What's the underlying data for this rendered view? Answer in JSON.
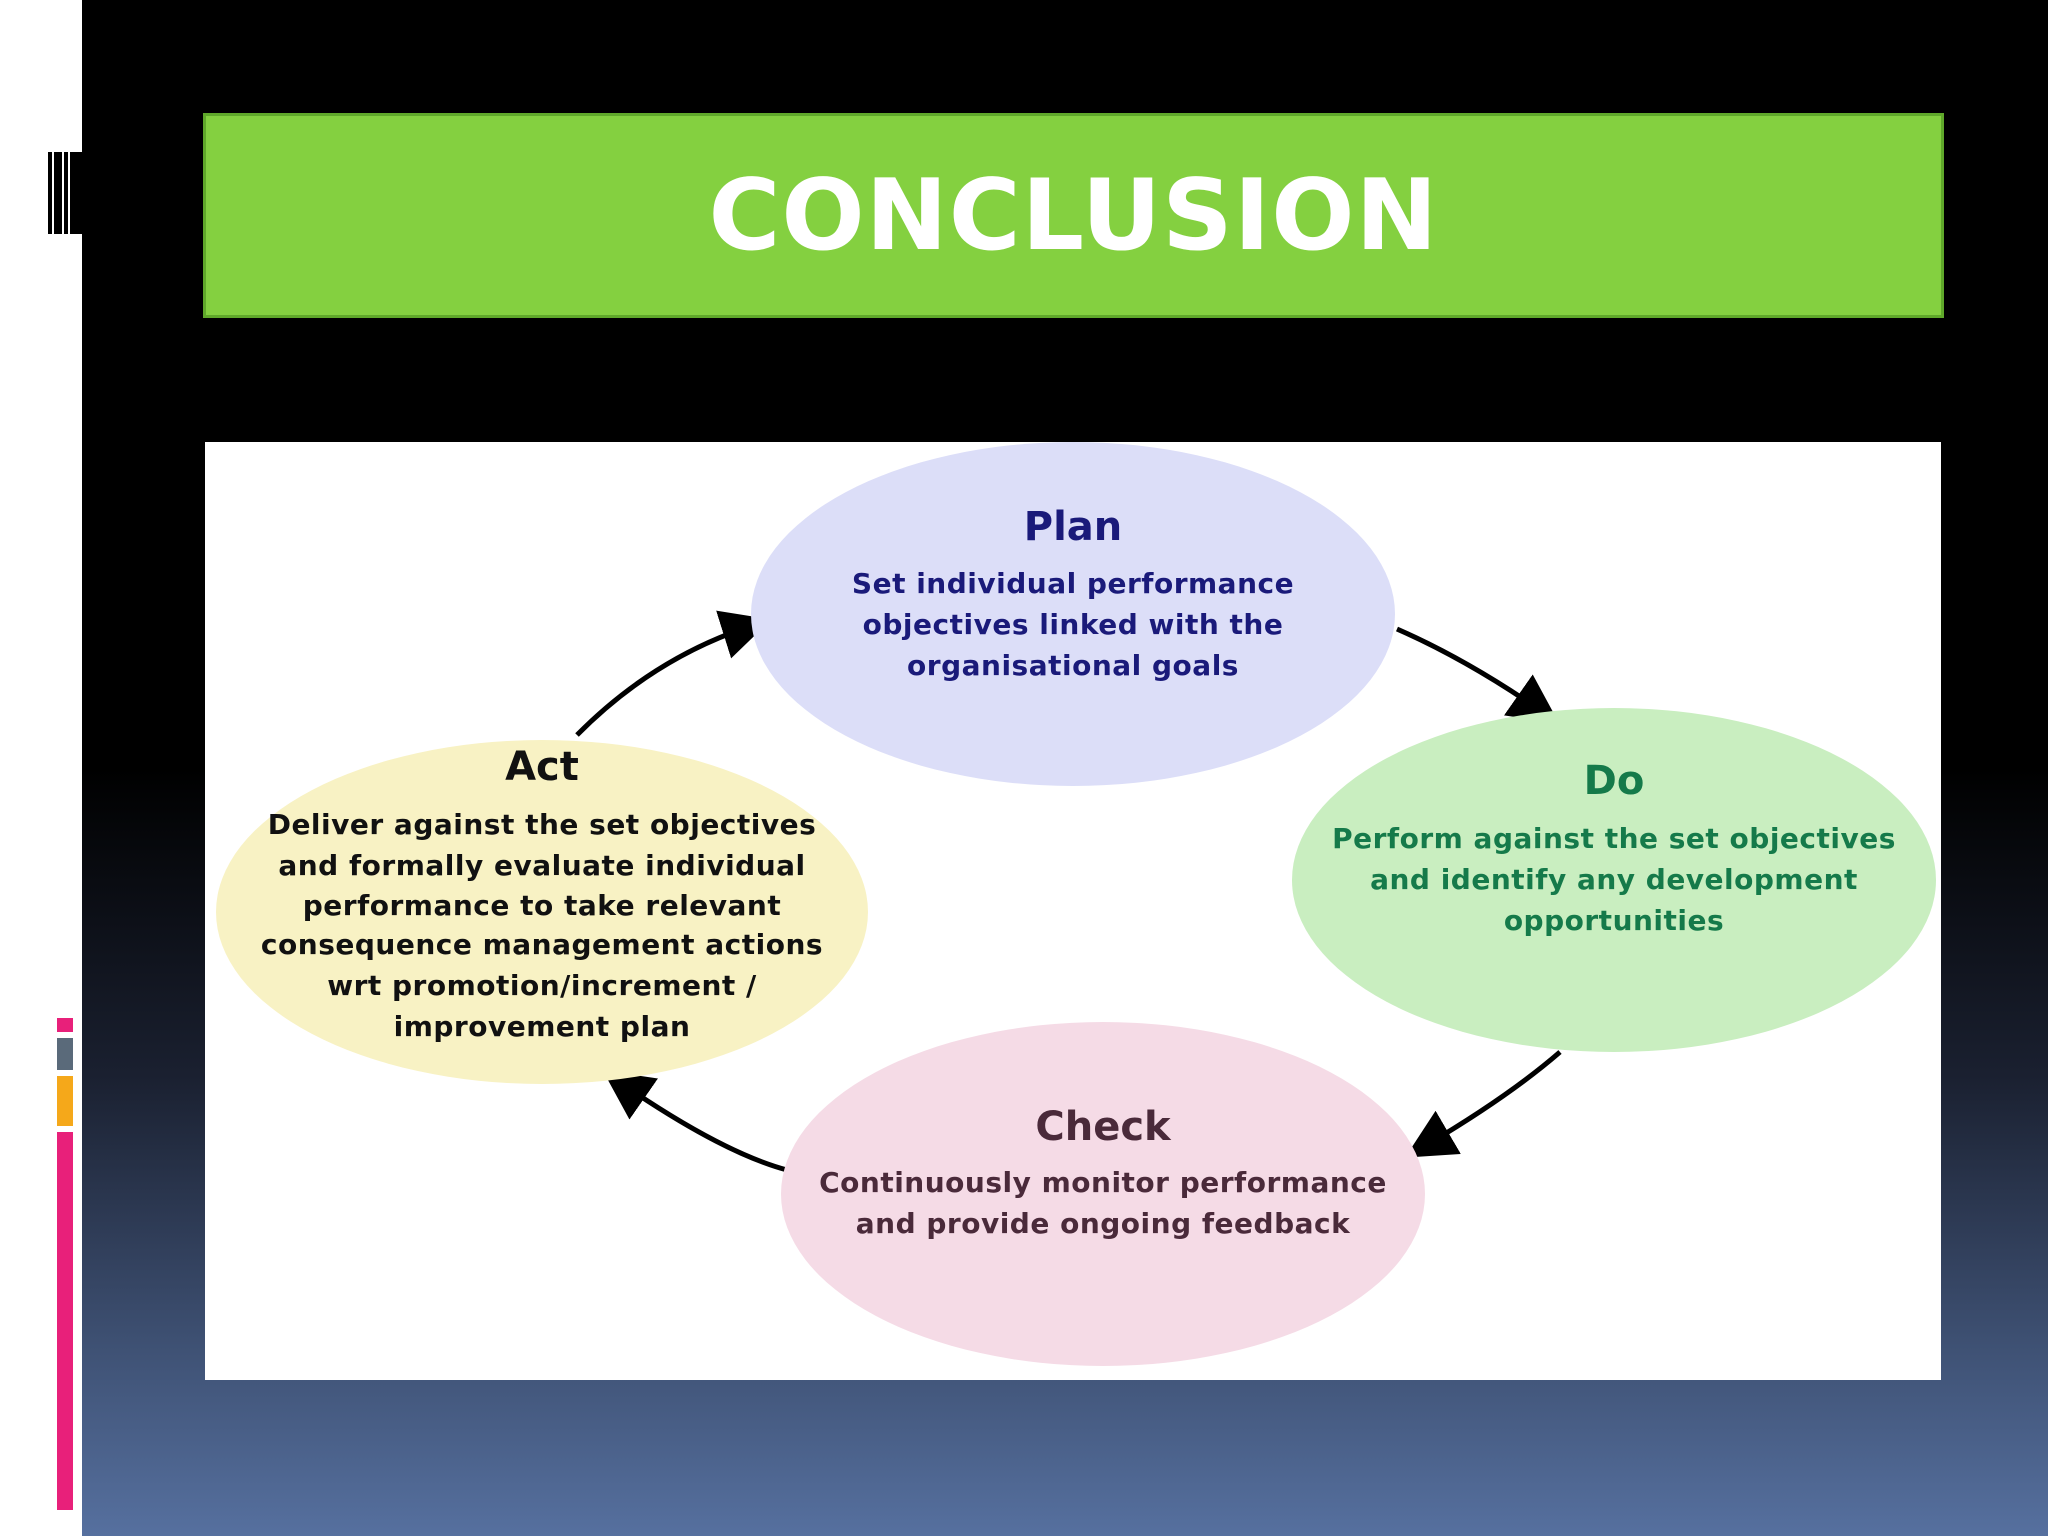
{
  "slide": {
    "title": "CONCLUSION"
  },
  "colors": {
    "title_bar": "#84d040",
    "plan_fill": "#dcdef8",
    "plan_text": "#1a1a7a",
    "do_fill": "#c9eec0",
    "do_text": "#157a4a",
    "check_fill": "#f5dbe6",
    "check_text": "#4a2a3a",
    "act_fill": "#f8f2c4",
    "act_text": "#111111",
    "accent_pink": "#e8207a",
    "accent_orange": "#f5a81a",
    "accent_slate": "#5a6a7a"
  },
  "diagram": {
    "plan": {
      "title": "Plan",
      "lines": [
        "Set individual performance",
        "objectives linked with the",
        "organisational goals"
      ]
    },
    "do": {
      "title": "Do",
      "lines": [
        "Perform against the set objectives",
        "and identify any development",
        "opportunities"
      ]
    },
    "check": {
      "title": "Check",
      "lines": [
        "Continuously monitor performance",
        "and provide ongoing feedback"
      ]
    },
    "act": {
      "title": "Act",
      "lines": [
        "Deliver against the set objectives",
        "and formally evaluate individual",
        "performance to take relevant",
        "consequence management actions",
        "wrt promotion/increment /",
        "improvement plan"
      ]
    }
  }
}
